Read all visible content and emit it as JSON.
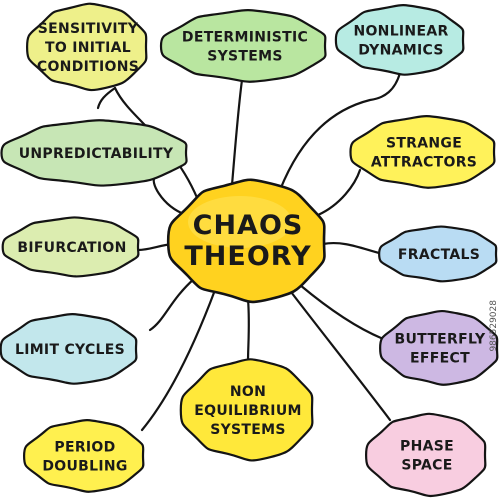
{
  "center": {
    "lines": [
      "CHAOS",
      "THEORY"
    ],
    "color": "#ffd21f"
  },
  "nodes": [
    {
      "id": "sensitivity",
      "lines": [
        "SENSITIVITY",
        "TO INITIAL",
        "CONDITIONS"
      ],
      "color": "#eef08a"
    },
    {
      "id": "deterministic",
      "lines": [
        "DETERMINISTIC",
        "SYSTEMS"
      ],
      "color": "#b9e6a0"
    },
    {
      "id": "nonlinear",
      "lines": [
        "NONLINEAR",
        "DYNAMICS"
      ],
      "color": "#b7ebe3"
    },
    {
      "id": "unpredictability",
      "lines": [
        "UNPREDICTABILITY"
      ],
      "color": "#c7e6b5"
    },
    {
      "id": "strange-attractors",
      "lines": [
        "STRANGE",
        "ATTRACTORS"
      ],
      "color": "#fff25a"
    },
    {
      "id": "bifurcation",
      "lines": [
        "BIFURCATION"
      ],
      "color": "#dcedb0"
    },
    {
      "id": "fractals",
      "lines": [
        "FRACTALS"
      ],
      "color": "#b9dcf3"
    },
    {
      "id": "limit-cycles",
      "lines": [
        "LIMIT CYCLES"
      ],
      "color": "#c2e7ec"
    },
    {
      "id": "butterfly-effect",
      "lines": [
        "BUTTERFLY",
        "EFFECT"
      ],
      "color": "#cdb8e3"
    },
    {
      "id": "non-equilibrium",
      "lines": [
        "NON",
        "EQUILIBRIUM",
        "SYSTEMS"
      ],
      "color": "#ffe83a"
    },
    {
      "id": "period-doubling",
      "lines": [
        "PERIOD",
        "DOUBLING"
      ],
      "color": "#fff04f"
    },
    {
      "id": "phase-space",
      "lines": [
        "PHASE",
        "SPACE"
      ],
      "color": "#f8cde0"
    }
  ],
  "watermark": "986529028"
}
